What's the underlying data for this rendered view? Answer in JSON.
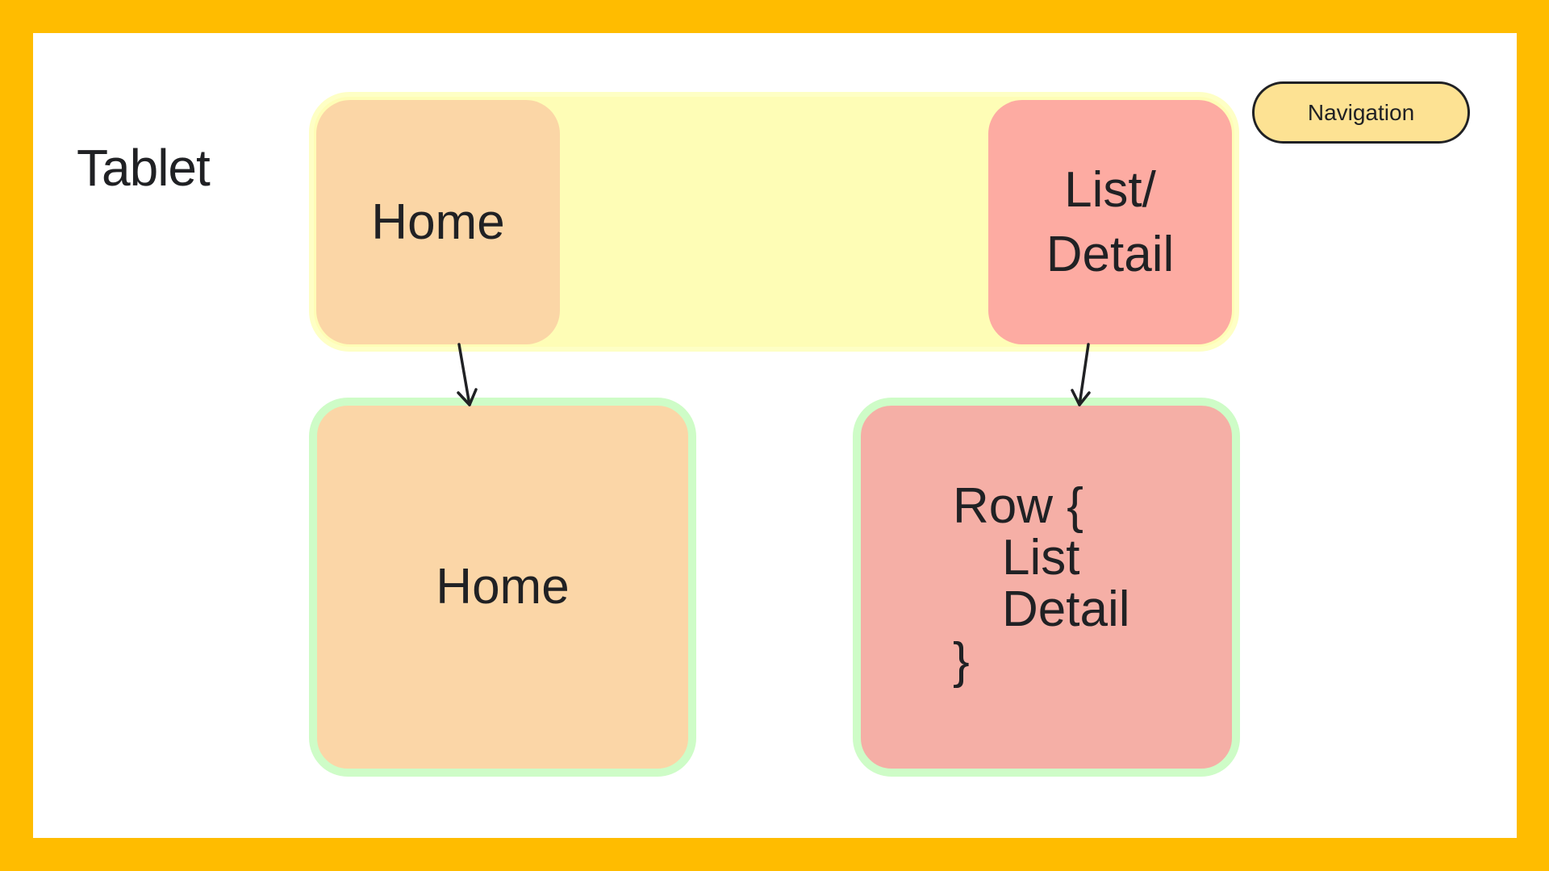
{
  "device_label": "Tablet",
  "legend": {
    "label": "Navigation",
    "fill": "#FDE293"
  },
  "navigation_band": {
    "fill": "#FEFDB6",
    "destinations": [
      {
        "label": "Home",
        "fill": "#FBD6A6"
      },
      {
        "label_line1": "List/",
        "label_line2": "Detail",
        "fill": "#FDABA2"
      }
    ]
  },
  "screens": [
    {
      "label": "Home",
      "fill": "#FBD6A7",
      "border": "#CEFCC7"
    },
    {
      "lines": [
        "Row {",
        "List",
        "Detail",
        "}"
      ],
      "fill": "#F5AFA6",
      "border": "#CEFCC7"
    }
  ],
  "colors": {
    "frame": "#FFBC00",
    "text": "#202124"
  }
}
